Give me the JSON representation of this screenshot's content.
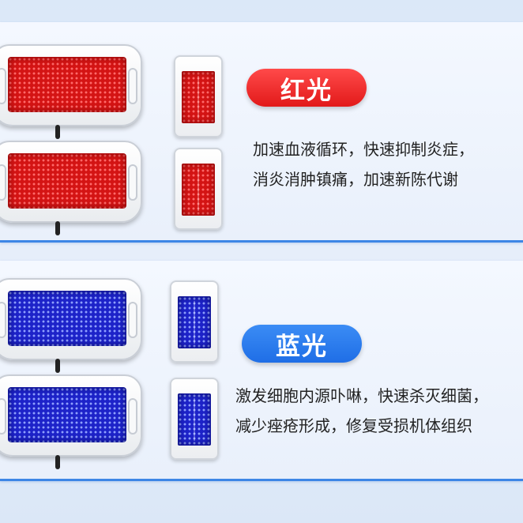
{
  "red_section": {
    "badge_label": "红光",
    "description_line1": "加速血液循环，快速抑制炎症，",
    "description_line2": "消炎消肿镇痛，加速新陈代谢",
    "badge_color": "#e21a1a"
  },
  "blue_section": {
    "badge_label": "蓝光",
    "description_line1": "激发细胞内源卟啉，快速杀灭细菌，",
    "description_line2": "减少痤疮形成，修复受损机体组织",
    "badge_color": "#1f6ee6"
  },
  "accent_color": "#3d86e6"
}
